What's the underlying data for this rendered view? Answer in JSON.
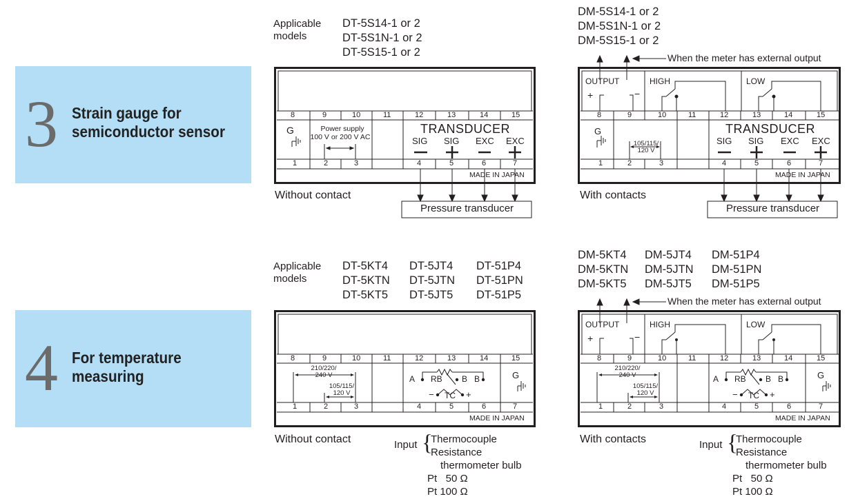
{
  "sections": [
    {
      "number": "3",
      "title_line1": "Strain gauge for",
      "title_line2": "semiconductor sensor",
      "applicable_label_1": "Applicable",
      "applicable_label_2": "models",
      "dt_models": [
        "DT-5S14-1 or 2",
        "DT-5S1N-1 or 2",
        "DT-5S15-1 or 2"
      ],
      "dm_models": [
        "DM-5S14-1 or 2",
        "DM-5S1N-1 or 2",
        "DM-5S15-1 or 2"
      ],
      "external_output_note": "When the meter has external output",
      "left_caption": "Without contact",
      "right_caption": "With contacts",
      "pressure_box": "Pressure transducer",
      "transducer_label": "TRANSDUCER",
      "sig": "SIG",
      "exc": "EXC",
      "power_supply_1": "Power supply",
      "power_supply_2": "100 V or 200 V AC",
      "voltage_right_1": "105/115/",
      "voltage_right_2": "120 V"
    },
    {
      "number": "4",
      "title_line1": "For temperature",
      "title_line2": "measuring",
      "applicable_label_1": "Applicable",
      "applicable_label_2": "models",
      "dt_models": [
        [
          "DT-5KT4",
          "DT-5JT4",
          "DT-51P4"
        ],
        [
          "DT-5KTN",
          "DT-5JTN",
          "DT-51PN"
        ],
        [
          "DT-5KT5",
          "DT-5JT5",
          "DT-51P5"
        ]
      ],
      "dm_models": [
        [
          "DM-5KT4",
          "DM-5JT4",
          "DM-51P4"
        ],
        [
          "DM-5KTN",
          "DM-5JTN",
          "DM-51PN"
        ],
        [
          "DM-5KT5",
          "DM-5JT5",
          "DM-51P5"
        ]
      ],
      "external_output_note": "When the meter has external output",
      "left_caption": "Without contact",
      "right_caption": "With contacts",
      "voltage_top_1": "210/220/",
      "voltage_top_2": "240 V",
      "voltage_low_1": "105/115/",
      "voltage_low_2": "120 V",
      "rb": "RB",
      "a": "A",
      "b": "B",
      "tc": "TC",
      "input_label": "Input",
      "input_types": [
        "Thermocouple",
        "Resistance",
        "thermometer bulb",
        "Pt   50 Ω",
        "Pt 100 Ω"
      ]
    }
  ],
  "terminal_numbers_top": [
    "8",
    "9",
    "10",
    "11",
    "12",
    "13",
    "14",
    "15"
  ],
  "terminal_numbers_bottom": [
    "1",
    "2",
    "3",
    "",
    "4",
    "5",
    "6",
    "7"
  ],
  "made_in_japan": "MADE IN JAPAN",
  "ground": "G",
  "output": "OUTPUT",
  "high": "HIGH",
  "low": "LOW",
  "plus": "+",
  "minus": "−"
}
